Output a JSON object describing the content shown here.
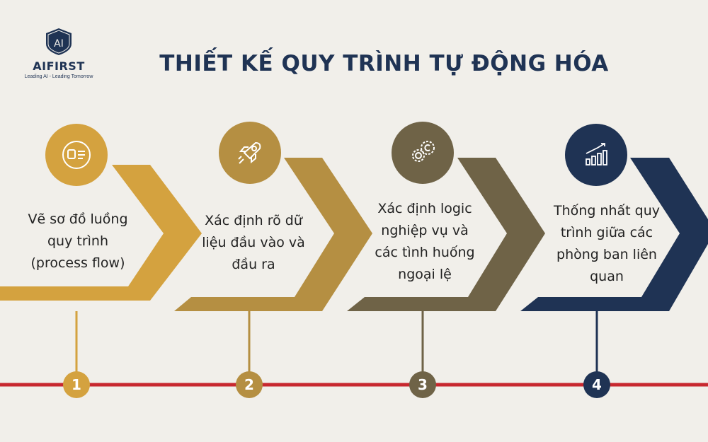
{
  "logo": {
    "mark": "AI",
    "name": "AIFIRST",
    "tagline": "Leading AI - Leading Tomorrow"
  },
  "title": "THIẾT KẾ QUY TRÌNH TỰ ĐỘNG HÓA",
  "colors": {
    "navy": "#1f3354",
    "timeline": "#c8282f",
    "step1": "#d4a23f",
    "step2": "#b58f42",
    "step3": "#6f6347",
    "step4": "#1f3354"
  },
  "steps": [
    {
      "number": "1",
      "lines": [
        "Vẽ sơ đồ luồng",
        "quy trình",
        "(process flow)"
      ],
      "icon": "flowchart-icon"
    },
    {
      "number": "2",
      "lines": [
        "Xác định rõ dữ",
        "liệu đầu vào và",
        "đầu ra"
      ],
      "icon": "rocket-icon"
    },
    {
      "number": "3",
      "lines": [
        "Xác định logic",
        "nghiệp vụ và",
        "các tình huống",
        "ngoại lệ"
      ],
      "icon": "gears-icon"
    },
    {
      "number": "4",
      "lines": [
        "Thống nhất quy",
        "trình giữa các",
        "phòng ban liên",
        "quan"
      ],
      "icon": "growth-chart-icon"
    }
  ]
}
